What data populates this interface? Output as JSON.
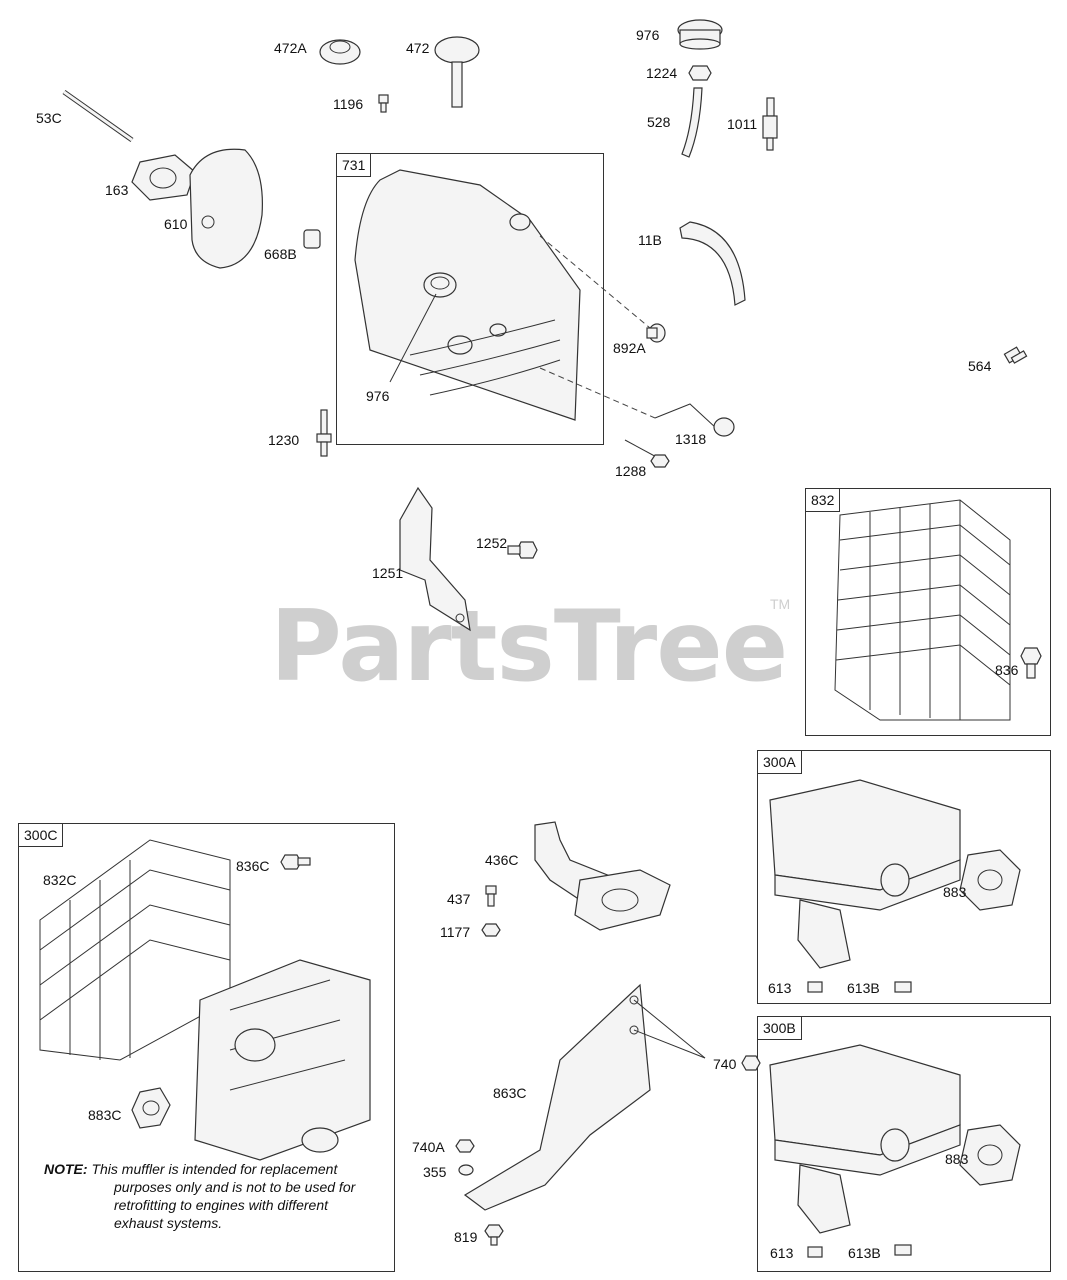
{
  "watermark": {
    "text": "PartsTree",
    "tm": "TM"
  },
  "labels": {
    "p472A": "472A",
    "p472": "472",
    "p976top": "976",
    "p1224": "1224",
    "p1196": "1196",
    "p53C": "53C",
    "p528": "528",
    "p1011": "1011",
    "p731": "731",
    "p163": "163",
    "p610": "610",
    "p668B": "668B",
    "p11B": "11B",
    "p892A": "892A",
    "p564": "564",
    "p976in": "976",
    "p1230": "1230",
    "p1318": "1318",
    "p1288": "1288",
    "p832box": "832",
    "p1252": "1252",
    "p1251": "1251",
    "p836": "836",
    "p300A": "300A",
    "p300C": "300C",
    "p836C": "836C",
    "p832C": "832C",
    "p436C": "436C",
    "p437": "437",
    "p1177": "1177",
    "p883a": "883",
    "p613a": "613",
    "p613Ba": "613B",
    "p883C": "883C",
    "p740": "740",
    "p863C": "863C",
    "p300B": "300B",
    "p740A": "740A",
    "p355": "355",
    "p883b": "883",
    "p819": "819",
    "p613b": "613",
    "p613Bb": "613B"
  },
  "note": {
    "label": "NOTE:",
    "line1": "This muffler is intended for replacement",
    "rest": "purposes only and is not to be used for retrofitting to engines with different exhaust systems."
  }
}
